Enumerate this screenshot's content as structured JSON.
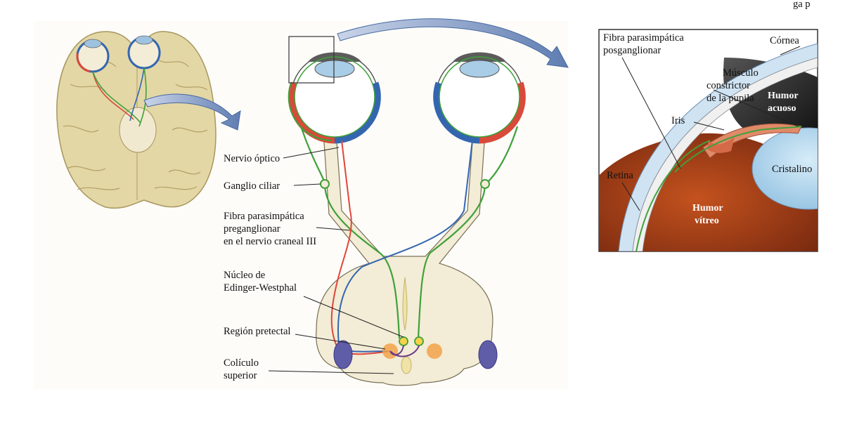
{
  "top_right_fragment": "ga p",
  "labels": {
    "optic_nerve": "Nervio óptico",
    "ciliary_ganglion": "Ganglio ciliar",
    "preganglionic_1": "Fibra parasimpática",
    "preganglionic_2": "preganglionar",
    "preganglionic_3": "en el nervio craneal III",
    "edinger_1": "Núcleo de",
    "edinger_2": "Edinger-Westphal",
    "pretectal": "Región pretectal",
    "colliculus_1": "Colículo",
    "colliculus_2": "superior"
  },
  "inset": {
    "postganglionic_1": "Fibra parasimpática",
    "postganglionic_2": "posganglionar",
    "cornea": "Córnea",
    "constrictor_1": "Músculo",
    "constrictor_2": "constrictor",
    "constrictor_3": "de la pupila",
    "aqueous_1": "Humor",
    "aqueous_2": "acuoso",
    "iris": "Iris",
    "lens": "Cristalino",
    "retina": "Retina",
    "vitreous_1": "Humor",
    "vitreous_2": "vítreo"
  },
  "colors": {
    "parasympathetic": "#3fa13a",
    "ipsilateral_pathway": "#e0463a",
    "contralateral_pathway": "#2f6fc0",
    "neural_tissue": "#f3ecd6",
    "brain": "#e3d7a6",
    "arrow": "#6f89b8"
  }
}
